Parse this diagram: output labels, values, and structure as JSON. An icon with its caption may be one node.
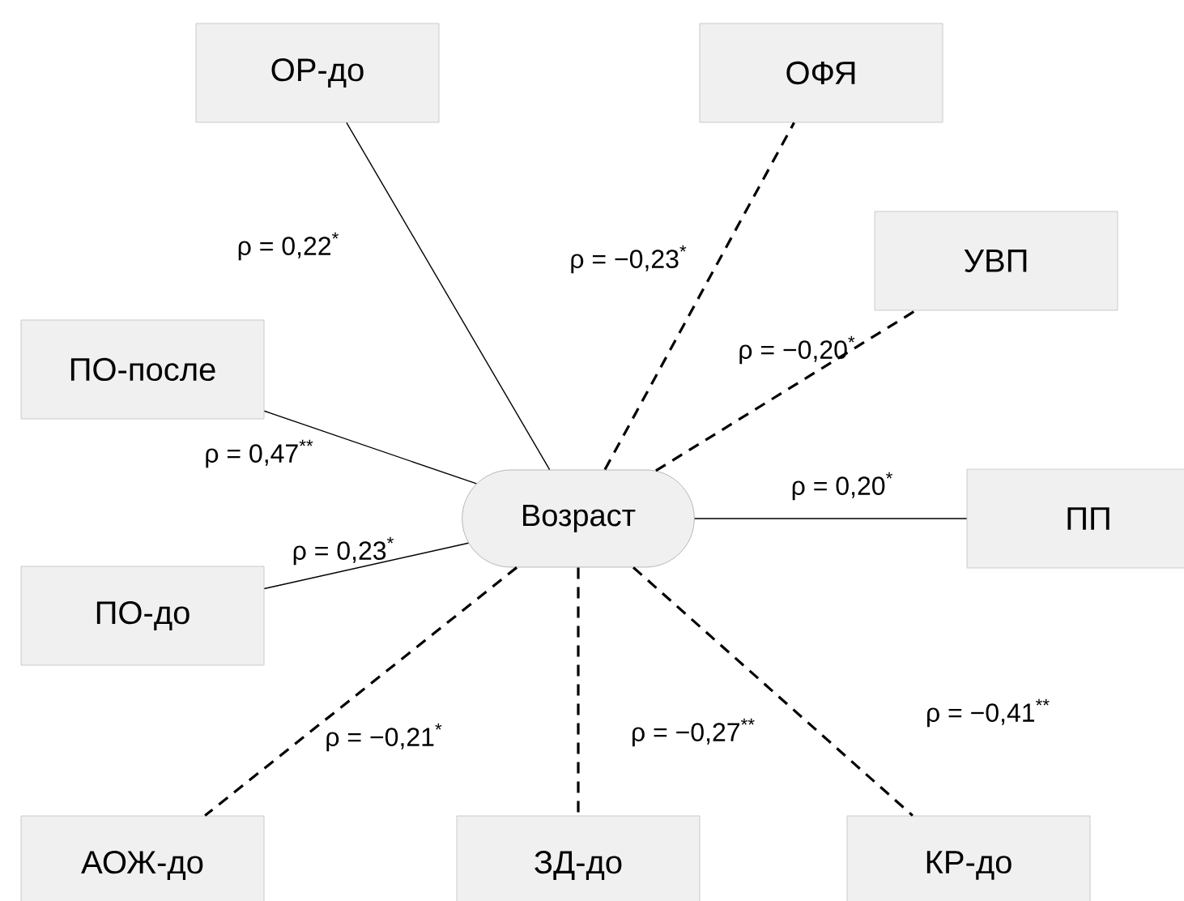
{
  "diagram": {
    "nodes": [
      {
        "text": [
          "Возраст"
        ]
      },
      {
        "text": [
          "ОР-до"
        ]
      },
      {
        "text": [
          "ОФЯ"
        ]
      },
      {
        "text": [
          "УВП"
        ]
      },
      {
        "text": [
          "ПО-после"
        ]
      },
      {
        "text": [
          "ПП"
        ]
      },
      {
        "text": [
          "ПО-до"
        ]
      },
      {
        "text": [
          "АОЖ-до"
        ]
      },
      {
        "text": [
          "ЗД-до"
        ]
      },
      {
        "text": [
          "КР-до"
        ]
      }
    ],
    "edges": [
      {
        "from": 0,
        "to": 1,
        "arrow": "none",
        "label": "ρ = 0,22$^{*}$"
      },
      {
        "from": 0,
        "to": 2,
        "arrow": "none",
        "label": "ρ = −0,23$^{*}$",
        "style": "dashed"
      },
      {
        "from": 0,
        "to": 3,
        "arrow": "none",
        "label": "ρ = −0,20$^{*}$",
        "style": "dashed"
      },
      {
        "from": 0,
        "to": 4,
        "arrow": "none",
        "label": "ρ = 0,47$^{**}$"
      },
      {
        "from": 0,
        "to": 5,
        "arrow": "none",
        "label": "ρ = 0,20$^{*}$"
      },
      {
        "from": 0,
        "to": 6,
        "arrow": "none",
        "label": "ρ = 0,23$^{*}$"
      },
      {
        "from": 0,
        "to": 7,
        "arrow": "none",
        "label": "ρ = −0,21$^{*}$",
        "style": "dashed"
      },
      {
        "from": 0,
        "to": 8,
        "arrow": "none",
        "label": "ρ = −0,27$^{**}$",
        "style": "dashed"
      },
      {
        "from": 0,
        "to": 9,
        "arrow": "none",
        "label": "ρ = −0,41$^{**}$",
        "style": "dashed"
      }
    ]
  }
}
